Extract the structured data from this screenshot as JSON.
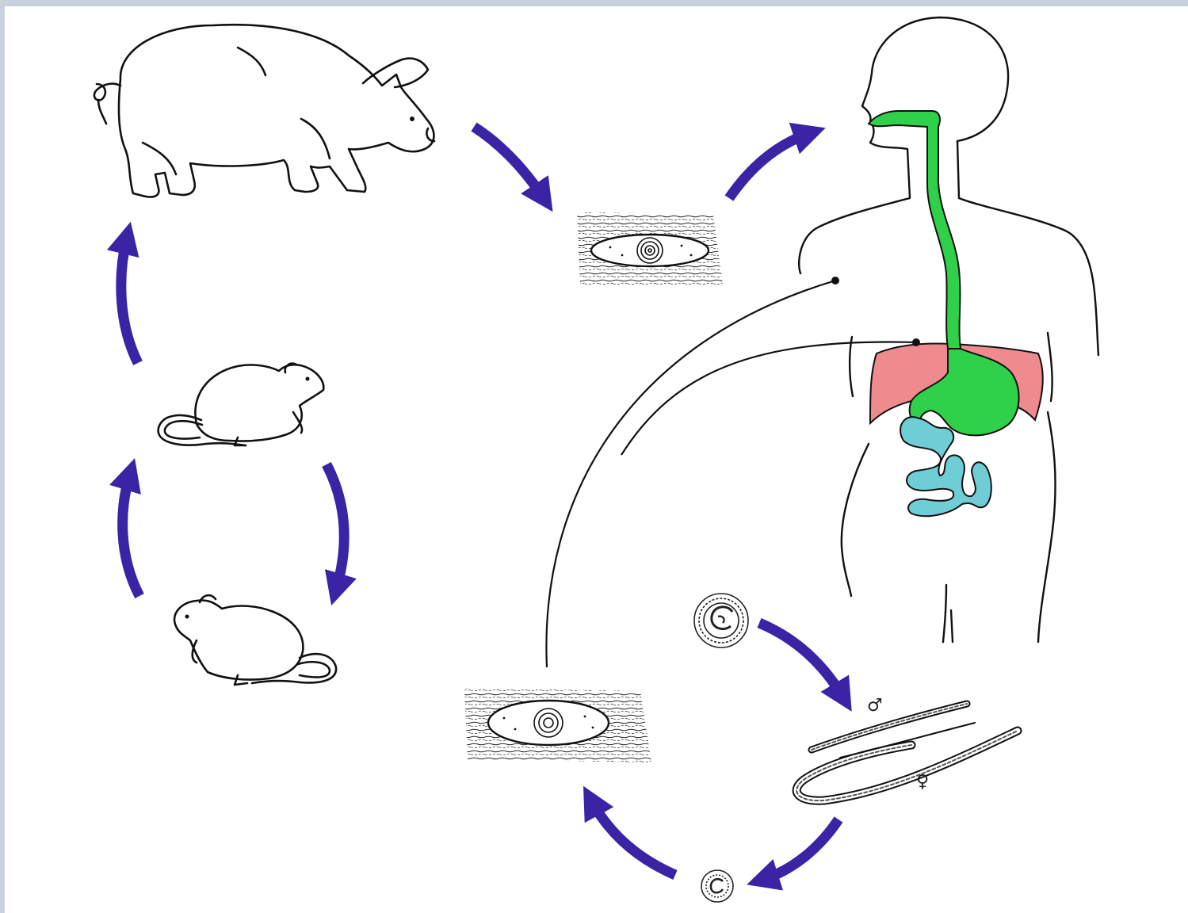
{
  "colors": {
    "page_background": "#c8d2df",
    "canvas": "#ffffff",
    "arrow": "#3b23a6",
    "line": "#111111",
    "esophagus_stomach": "#2fd04a",
    "liver": "#ef8b8f",
    "intestine": "#6fcdd6"
  },
  "figures": {
    "pig": "pig-drawing",
    "rat_top": "rat-drawing",
    "rat_bottom": "rat-drawing",
    "muscle_cyst_top": "encysted-larva-in-muscle",
    "muscle_cyst_bottom": "encysted-larva-in-muscle",
    "human": "human-digestive-tract",
    "larva_coiled": "coiled-larva",
    "larva_small": "newborn-larva",
    "adult_worms": "adult-worms-male-female"
  },
  "labels": {
    "male_symbol": "♂",
    "female_symbol": "♀"
  }
}
